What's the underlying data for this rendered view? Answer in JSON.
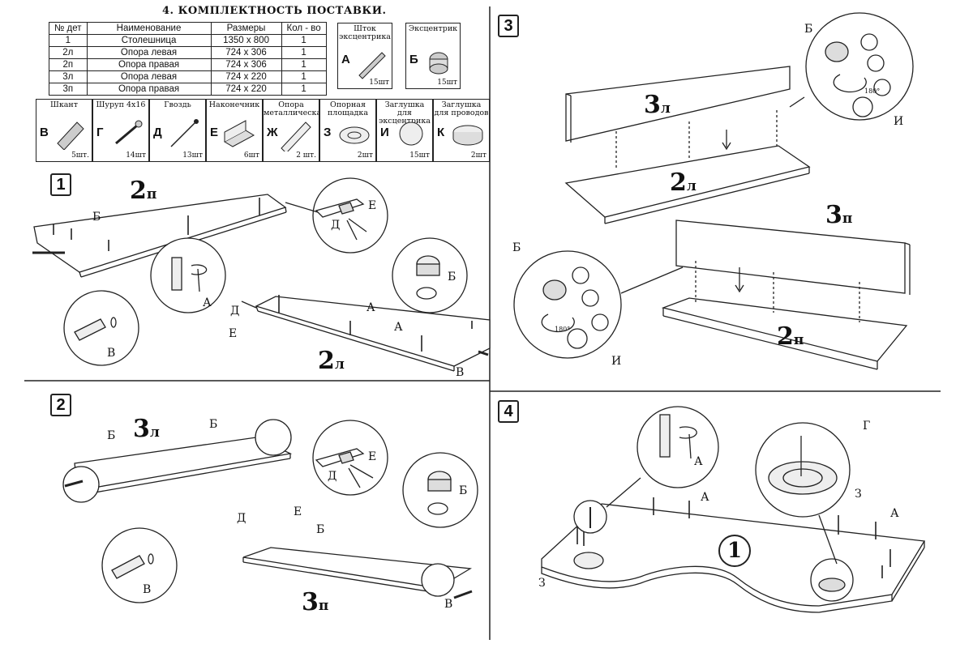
{
  "title": "4. КОМПЛЕКТНОСТЬ ПОСТАВКИ.",
  "table": {
    "headers": [
      "№ дет",
      "Наименование",
      "Размеры",
      "Кол - во"
    ],
    "rows": [
      [
        "1",
        "Столешница",
        "1350 х 800",
        "1"
      ],
      [
        "2л",
        "Опора левая",
        "724 х 306",
        "1"
      ],
      [
        "2п",
        "Опора правая",
        "724 х 306",
        "1"
      ],
      [
        "3л",
        "Опора левая",
        "724 х 220",
        "1"
      ],
      [
        "3п",
        "Опора правая",
        "724 х 220",
        "1"
      ]
    ]
  },
  "fittings_top": [
    {
      "caption": "Шток эксцентрика",
      "letter": "А",
      "qty": "15шт"
    },
    {
      "caption": "Эксцентрик",
      "letter": "Б",
      "qty": "15шт"
    }
  ],
  "fittings": [
    {
      "caption": "Шкант",
      "letter": "В",
      "qty": "5шт."
    },
    {
      "caption": "Шуруп 4х16",
      "letter": "Г",
      "qty": "14шт"
    },
    {
      "caption": "Гвоздь",
      "letter": "Д",
      "qty": "13шт"
    },
    {
      "caption": "Наконечник",
      "letter": "Е",
      "qty": "6шт"
    },
    {
      "caption": "Опора металлическая",
      "letter": "Ж",
      "qty": "2 шт."
    },
    {
      "caption": "Опорная площадка",
      "letter": "З",
      "qty": "2шт"
    },
    {
      "caption": "Заглушка для эксцентрика",
      "letter": "И",
      "qty": "15шт"
    },
    {
      "caption": "Заглушка для проводов",
      "letter": "К",
      "qty": "2шт"
    }
  ],
  "steps": {
    "s1": {
      "num": "1",
      "part_top": "2",
      "part_top_sub": "п",
      "part_bottom": "2",
      "part_bottom_sub": "л",
      "labels": {
        "b1": "Б",
        "a1": "А",
        "e1": "Е",
        "d1": "Д",
        "d2": "Д",
        "e2": "Е",
        "a2": "А",
        "a3": "А",
        "b2": "Б",
        "v1": "В",
        "v2": "В"
      }
    },
    "s2": {
      "num": "2",
      "part_top": "3",
      "part_top_sub": "л",
      "part_bottom": "3",
      "part_bottom_sub": "п",
      "labels": {
        "b1": "Б",
        "b2": "Б",
        "e1": "Е",
        "d1": "Д",
        "b3": "Б",
        "d2": "Д",
        "e2": "Е",
        "b4": "Б",
        "v1": "В",
        "v2": "В"
      }
    },
    "s3": {
      "num": "3",
      "part_a": "3",
      "part_a_sub": "л",
      "part_b": "2",
      "part_b_sub": "л",
      "part_c": "3",
      "part_c_sub": "п",
      "part_d": "2",
      "part_d_sub": "п",
      "angle": "180°",
      "labels": {
        "b1": "Б",
        "i1": "И",
        "b2": "Б",
        "i2": "И"
      }
    },
    "s4": {
      "num": "4",
      "part": "1",
      "labels": {
        "a1": "А",
        "a2": "А",
        "a3": "А",
        "g1": "Г",
        "z1": "З",
        "z2": "З"
      }
    }
  }
}
